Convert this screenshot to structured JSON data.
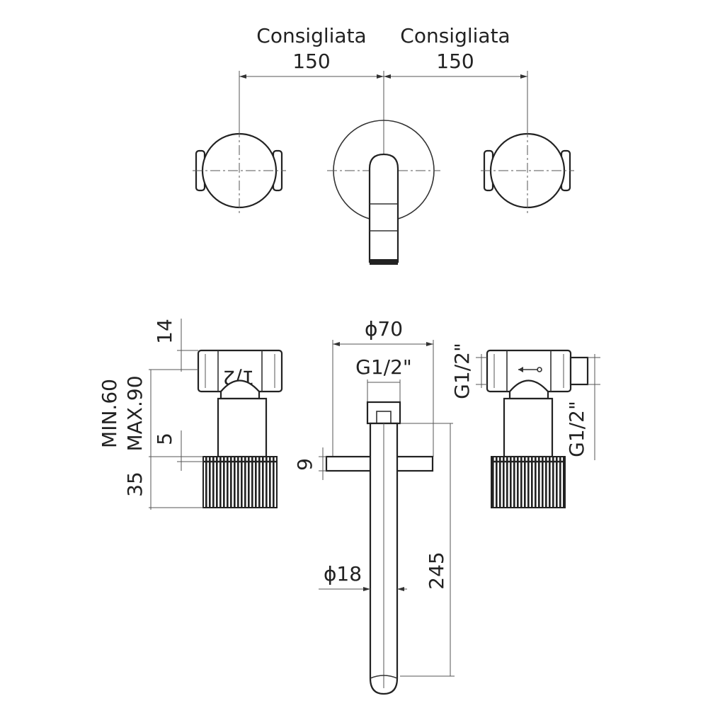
{
  "dimensions": {
    "top_left_label": "Consigliata",
    "top_left_value": "150",
    "top_right_label": "Consigliata",
    "top_right_value": "150",
    "d14": "14",
    "min60": "MIN.60",
    "max90": "MAX.90",
    "d5": "5",
    "d35": "35",
    "phi70": "ϕ70",
    "g12_center": "G1/2\"",
    "d9": "9",
    "phi18": "ϕ18",
    "d245": "245",
    "g12_right_upper": "G1/2\"",
    "g12_right_lower": "G1/2\"",
    "valve_marking": "1/2"
  }
}
